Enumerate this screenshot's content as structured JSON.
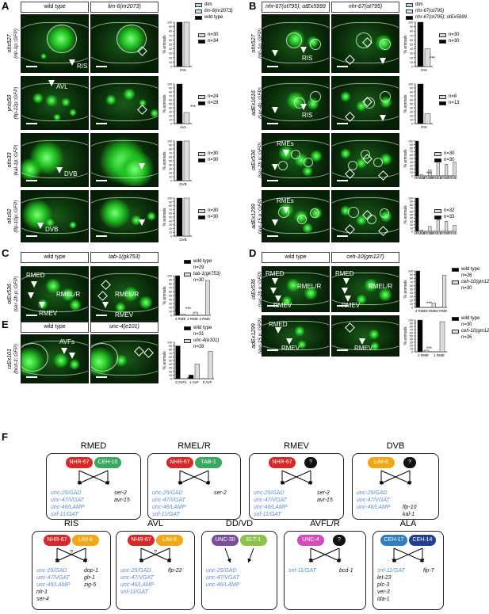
{
  "panels": {
    "A": {
      "label": "A",
      "headers": [
        "wild type",
        "lim-6(nr2073)"
      ],
      "rows": [
        {
          "reporter": "otIs527",
          "promoter": "(nlr-1p::GFP)",
          "cell": "RIS",
          "n": [
            "n=30",
            "n=34"
          ],
          "stars": "",
          "cat": "RIS"
        },
        {
          "reporter": "ynIs50",
          "promoter": "(flp-22p::GFP)",
          "cell": "AVL",
          "n": [
            "n=24",
            "n=28"
          ],
          "stars": "***",
          "cat": "AVL"
        },
        {
          "reporter": "otIs33",
          "promoter": "(kal-1p::GFP)",
          "cell": "DVB",
          "n": [
            "n=30",
            "n=30"
          ],
          "stars": "",
          "cat": "DVB"
        },
        {
          "reporter": "otIs92",
          "promoter": "(flp-10p::GFP)",
          "cell": "DVB",
          "n": [
            "n=30",
            "n=30"
          ],
          "stars": "",
          "cat": "DVB"
        }
      ],
      "legend": [
        "dim",
        "lim-6(nr2073)",
        "wild type"
      ]
    },
    "B": {
      "label": "B",
      "headers": [
        "nhr-67(ot795); otEx5999",
        "nhr-67(ot795)"
      ],
      "rows": [
        {
          "reporter": "otIs527",
          "promoter": "(nlr-1p::GFP)",
          "cell": "RIS",
          "n": [
            "n=30",
            "n=30"
          ],
          "stars": "***",
          "cat": "RIS"
        },
        {
          "reporter": "adEx1616",
          "promoter": "(ser-4p::GFP)",
          "cell": "RIS",
          "n": [
            "n=8",
            "n=13"
          ],
          "stars": "",
          "cat": "RIS"
        },
        {
          "reporter": "otEx536",
          "promoter": "(ser-2b p::GFP)",
          "cell": "RMEs",
          "n": [
            "n=30",
            "n=30"
          ],
          "stars": "***",
          "cats": [
            "4RMEs",
            "3RMEs",
            "2RMEs",
            "1RME",
            "0RME"
          ]
        },
        {
          "reporter": "adEx1299",
          "promoter": "(avr-15 p::GFP)",
          "cell": "RMEs",
          "n": [
            "n=32",
            "n=33"
          ],
          "stars": "",
          "cats": [
            "4RMEs",
            "3RMEs",
            "2RMEs",
            "1RME",
            "0RME"
          ]
        }
      ],
      "legend": [
        "dim",
        "nhr-67(ot795)",
        "nhr-67(ot795); otEx5999"
      ]
    },
    "C": {
      "label": "C",
      "headers": [
        "wild type",
        "tab-1(gk753)"
      ],
      "reporter": "otEx536",
      "promoter": "(ser-2b p::GFP)",
      "cells": [
        "RMED",
        "RMEL/R",
        "RMEV",
        "RMEL/R",
        "RMEV"
      ],
      "legend": [
        "wild type",
        "n=29",
        "tab-1(gk753)",
        "n=30"
      ],
      "stars": "***",
      "cats": [
        "4 RME",
        "3 RME",
        "2 RME"
      ]
    },
    "D": {
      "label": "D",
      "headers": [
        "wild type",
        "ceh-10(gm127)"
      ],
      "rows": [
        {
          "reporter": "otEx536",
          "promoter": "(ser-2b p::GFP)",
          "cells": [
            "RMED",
            "RMEL/R",
            "RMEV",
            "RMED",
            "RMEL/R",
            "RMEV"
          ],
          "legend": [
            "wild type",
            "n=26",
            "ceh-10(gm127)",
            "n=30"
          ],
          "stars": "***",
          "cats": [
            "4 RME",
            "3 RME",
            "2 RME"
          ]
        },
        {
          "reporter": "adEx1299",
          "promoter": "(avr-15 p::GFP)",
          "cells": [
            "RMED",
            "RMEV",
            "RMEV"
          ],
          "legend": [
            "wild type",
            "n=30",
            "ceh-10(gm127)",
            "n=26"
          ],
          "stars": "***",
          "cats": [
            "2 RME",
            "1 RME"
          ]
        }
      ]
    },
    "E": {
      "label": "E",
      "headers": [
        "wild type",
        "unc-4(e101)"
      ],
      "reporter": "rzEx101",
      "promoter": "(bcd-1::GFP)",
      "cells": [
        "AVFs"
      ],
      "legend": [
        "wild type",
        "n=31",
        "unc-4(e101)",
        "n=28"
      ],
      "stars": "***",
      "cats": [
        "2 AVFs",
        "1 AVF",
        "0 AVF"
      ]
    },
    "F": {
      "label": "F",
      "boxes": [
        {
          "title": "RMED",
          "factors": [
            "NHR-67",
            "CEH-10"
          ],
          "blue": [
            "unc-25/GAD",
            "unc-47/VGAT",
            "unc-46/LAMP",
            "snf-11/GAT"
          ],
          "black": [
            "ser-2",
            "avr-15"
          ]
        },
        {
          "title": "RMEL/R",
          "factors": [
            "NHR-67",
            "TAB-1"
          ],
          "blue": [
            "unc-25/GAD",
            "unc-47/VGAT",
            "unc-46/LAMP",
            "snf-11/GAT"
          ],
          "black": [
            "ser-2"
          ]
        },
        {
          "title": "RMEV",
          "factors": [
            "NHR-67",
            "?"
          ],
          "blue": [
            "unc-25/GAD",
            "unc-47/VGAT",
            "unc-46/LAMP",
            "snf-11/GAT"
          ],
          "black": [
            "ser-2",
            "avr-15"
          ]
        },
        {
          "title": "DVB",
          "factors": [
            "LIM-6",
            "?"
          ],
          "blue": [
            "unc-25/GAD",
            "unc-47/VGAT",
            "unc-46/LAMP"
          ],
          "black": [
            "flp-10",
            "kal-1"
          ]
        },
        {
          "title": "RIS",
          "factors": [
            "NHR-67",
            "LIM-6"
          ],
          "q": "?",
          "blue": [
            "unc-25/GAD",
            "unc-47/VGAT",
            "unc-46/LAMP"
          ],
          "black": [
            "dop-1",
            "glr-1",
            "zig-5",
            "nlr-1",
            "ser-4"
          ]
        },
        {
          "title": "AVL",
          "factors": [
            "NHR-67",
            "LIM-6"
          ],
          "q": "?",
          "blue": [
            "unc-25/GAD",
            "unc-47/VGAT",
            "unc-46/LAMP",
            "snf-11/GAT"
          ],
          "black": [
            "flp-22"
          ]
        },
        {
          "title": "DD/VD",
          "factors": [
            "UNC-30",
            "ELT-1"
          ],
          "blue": [
            "unc-25/GAD",
            "unc-47/VGAT",
            "unc-46/LAMP"
          ],
          "black": []
        },
        {
          "title": "AVFL/R",
          "factors": [
            "UNC-4",
            "?"
          ],
          "blue": [
            "snf-11/GAT"
          ],
          "black": [
            "bcd-1"
          ]
        },
        {
          "title": "ALA",
          "factors": [
            "CEH-17",
            "CEH-14"
          ],
          "blue": [
            "snf-11/GAT"
          ],
          "black": [
            "let-23",
            "plc-3",
            "ver-3",
            "ida-1",
            "flp-7"
          ]
        }
      ]
    }
  },
  "axis": {
    "ylabel": "% animals",
    "ticks": [
      "0",
      "10",
      "20",
      "30",
      "40",
      "50",
      "60",
      "70",
      "80",
      "90",
      "100"
    ]
  },
  "chart_data": [
    {
      "type": "bar",
      "panel": "A-RIS",
      "categories": [
        "RIS"
      ],
      "series": [
        {
          "name": "wild type",
          "values": [
            100
          ]
        },
        {
          "name": "lim-6(nr2073)",
          "values": [
            100
          ]
        }
      ],
      "ylim": [
        0,
        100
      ]
    },
    {
      "type": "bar",
      "panel": "A-AVL",
      "categories": [
        "AVL"
      ],
      "series": [
        {
          "name": "wild type",
          "values": [
            100
          ]
        },
        {
          "name": "lim-6(nr2073)",
          "values": [
            28
          ]
        }
      ],
      "ylim": [
        0,
        100
      ]
    },
    {
      "type": "bar",
      "panel": "A-DVB-kal1",
      "categories": [
        "DVB"
      ],
      "series": [
        {
          "name": "wild type",
          "values": [
            100
          ]
        },
        {
          "name": "lim-6(nr2073)",
          "values": [
            100
          ]
        }
      ],
      "ylim": [
        0,
        100
      ]
    },
    {
      "type": "bar",
      "panel": "A-DVB-flp10",
      "categories": [
        "DVB"
      ],
      "series": [
        {
          "name": "wild type",
          "values": [
            100
          ]
        },
        {
          "name": "lim-6(nr2073)",
          "values": [
            100
          ]
        }
      ],
      "ylim": [
        0,
        100
      ]
    },
    {
      "type": "bar",
      "panel": "B-RIS-nlr1",
      "categories": [
        "RIS"
      ],
      "series": [
        {
          "name": "nhr-67(ot795); otEx5999",
          "values": [
            100
          ]
        },
        {
          "name": "nhr-67(ot795)",
          "values": [
            40
          ]
        }
      ],
      "ylim": [
        0,
        100
      ]
    },
    {
      "type": "bar",
      "panel": "B-RIS-ser4",
      "categories": [
        "RIS"
      ],
      "series": [
        {
          "name": "nhr-67(ot795); otEx5999",
          "values": [
            100
          ]
        },
        {
          "name": "nhr-67(ot795)",
          "values": [
            25
          ]
        }
      ],
      "ylim": [
        0,
        100
      ]
    },
    {
      "type": "bar",
      "panel": "B-RME-ser2",
      "categories": [
        "4RMEs",
        "3RMEs",
        "2RMEs",
        "1RME",
        "0RME"
      ],
      "series": [
        {
          "name": "nhr-67(ot795); otEx5999",
          "values": [
            100,
            0,
            0,
            0,
            0
          ]
        },
        {
          "name": "nhr-67(ot795)",
          "values": [
            3,
            17,
            40,
            33,
            40
          ]
        }
      ],
      "ylim": [
        0,
        100
      ]
    },
    {
      "type": "bar",
      "panel": "B-RME-avr15",
      "categories": [
        "4RMEs",
        "3RMEs",
        "2RMEs",
        "1RME",
        "0RME"
      ],
      "series": [
        {
          "name": "nhr-67(ot795); otEx5999",
          "values": [
            100,
            0,
            0,
            0,
            0
          ]
        },
        {
          "name": "nhr-67(ot795)",
          "values": [
            3,
            15,
            35,
            30,
            18
          ]
        }
      ],
      "ylim": [
        0,
        100
      ]
    },
    {
      "type": "bar",
      "panel": "C",
      "categories": [
        "4 RME",
        "3 RME",
        "2 RME"
      ],
      "series": [
        {
          "name": "wild type",
          "values": [
            100,
            0,
            0
          ]
        },
        {
          "name": "tab-1(gk753)",
          "values": [
            3,
            8,
            88
          ]
        }
      ],
      "ylim": [
        0,
        100
      ]
    },
    {
      "type": "bar",
      "panel": "D-ser2",
      "categories": [
        "4 RME",
        "3 RME",
        "2 RME"
      ],
      "series": [
        {
          "name": "wild type",
          "values": [
            100,
            0,
            0
          ]
        },
        {
          "name": "ceh-10(gm127)",
          "values": [
            0,
            12,
            88
          ]
        }
      ],
      "ylim": [
        0,
        100
      ]
    },
    {
      "type": "bar",
      "panel": "D-avr15",
      "categories": [
        "2 RME",
        "1 RME"
      ],
      "series": [
        {
          "name": "wild type",
          "values": [
            100,
            0
          ]
        },
        {
          "name": "ceh-10(gm127)",
          "values": [
            5,
            95
          ]
        }
      ],
      "ylim": [
        0,
        100
      ]
    },
    {
      "type": "bar",
      "panel": "E",
      "categories": [
        "2 AVFs",
        "1 AVF",
        "0 AVF"
      ],
      "series": [
        {
          "name": "wild type",
          "values": [
            90,
            10,
            0
          ]
        },
        {
          "name": "unc-4(e101)",
          "values": [
            0,
            40,
            75
          ]
        }
      ],
      "ylim": [
        0,
        100
      ]
    }
  ],
  "colors": {
    "wild": "#000000",
    "mutant": "#dcdcdc",
    "dim": "#a8e0ee",
    "NHR-67": "#d8292a",
    "CEH-10": "#3aa860",
    "TAB-1": "#3aa860",
    "LIM-6": "#f2a716",
    "?": "#111111",
    "UNC-30": "#7a4f9a",
    "ELT-1": "#8bc34a",
    "UNC-4": "#d24dbb",
    "CEH-17": "#2f7fc1",
    "CEH-14": "#243f8f",
    "blue_gene": "#5b8ed6"
  }
}
